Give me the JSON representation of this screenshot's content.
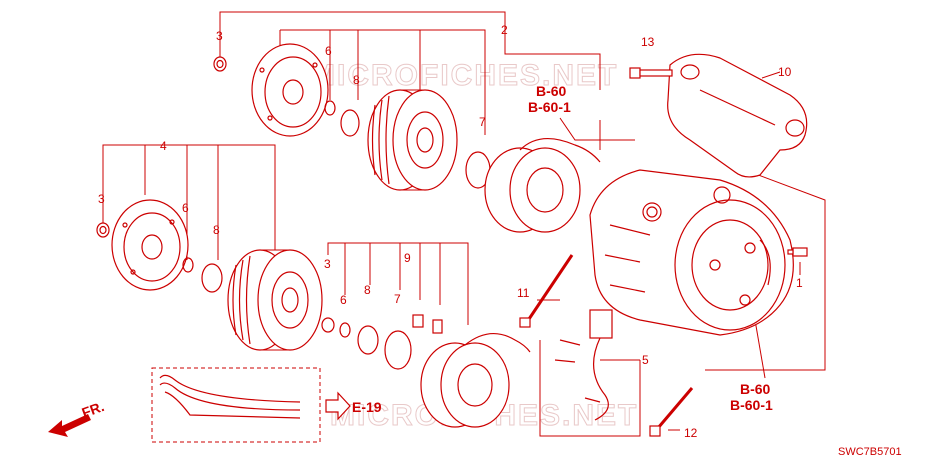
{
  "watermark": "MICROFICHES.NET",
  "diagram_code": "SWC7B5701",
  "direction_label": "FR.",
  "part_callouts": {
    "n1": "1",
    "n2": "2",
    "n3a": "3",
    "n3b": "3",
    "n3c": "3",
    "n4": "4",
    "n5": "5",
    "n6a": "6",
    "n6b": "6",
    "n6c": "6",
    "n7a": "7",
    "n7b": "7",
    "n8a": "8",
    "n8b": "8",
    "n8c": "8",
    "n9": "9",
    "n10": "10",
    "n11": "11",
    "n12": "12",
    "n13": "13"
  },
  "references": {
    "top_a": "B-60",
    "top_b": "B-60-1",
    "bottom_a": "B-60",
    "bottom_b": "B-60-1",
    "belt": "E-19"
  },
  "colors": {
    "line": "#cc0000",
    "watermark": "#e9c9c9",
    "background": "#ffffff"
  }
}
